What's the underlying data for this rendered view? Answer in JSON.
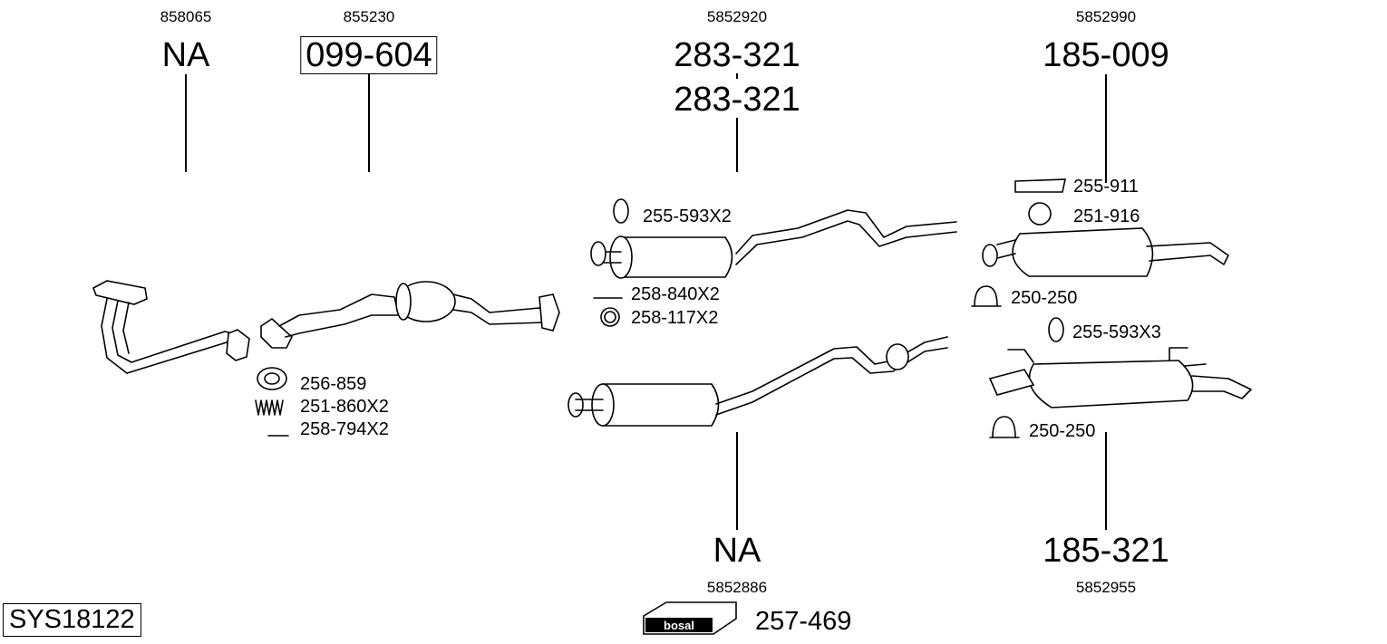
{
  "system_id": "SYS18122",
  "brand": "bosal",
  "groups": [
    {
      "ref": "858065",
      "part": "NA"
    },
    {
      "ref": "855230",
      "part": "099-604"
    },
    {
      "ref": "5852920",
      "part": "283-321",
      "part_alt": "283-321"
    },
    {
      "ref": "5852990",
      "part": "185-009"
    },
    {
      "ref": "5852886",
      "part": "NA"
    },
    {
      "ref": "5852955",
      "part": "185-321"
    }
  ],
  "accessories": [
    "256-859",
    "251-860X2",
    "258-794X2",
    "255-593X2",
    "258-840X2",
    "258-117X2",
    "255-911",
    "251-916",
    "250-250",
    "255-593X3",
    "250-250"
  ],
  "mounting_kit": "257-469"
}
